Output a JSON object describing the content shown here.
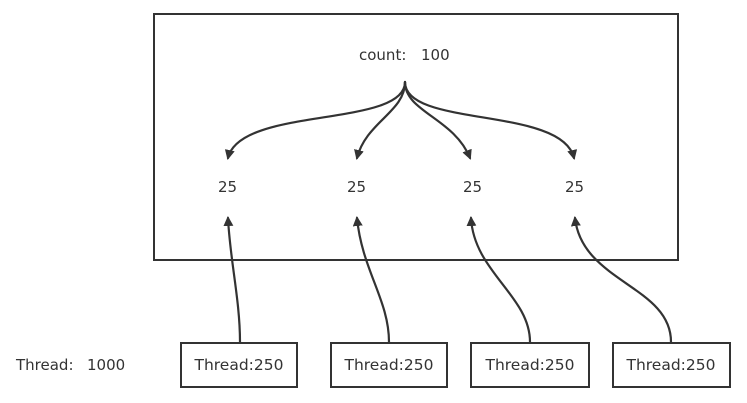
{
  "shared": {
    "label": "count:",
    "value": "100"
  },
  "partitions": [
    "25",
    "25",
    "25",
    "25"
  ],
  "total_threads_label": "Thread:",
  "total_threads_value": "1000",
  "thread_groups": [
    "Thread:250",
    "Thread:250",
    "Thread:250",
    "Thread:250"
  ],
  "colors": {
    "stroke": "#333333",
    "text": "#333333",
    "background": "#ffffff"
  }
}
